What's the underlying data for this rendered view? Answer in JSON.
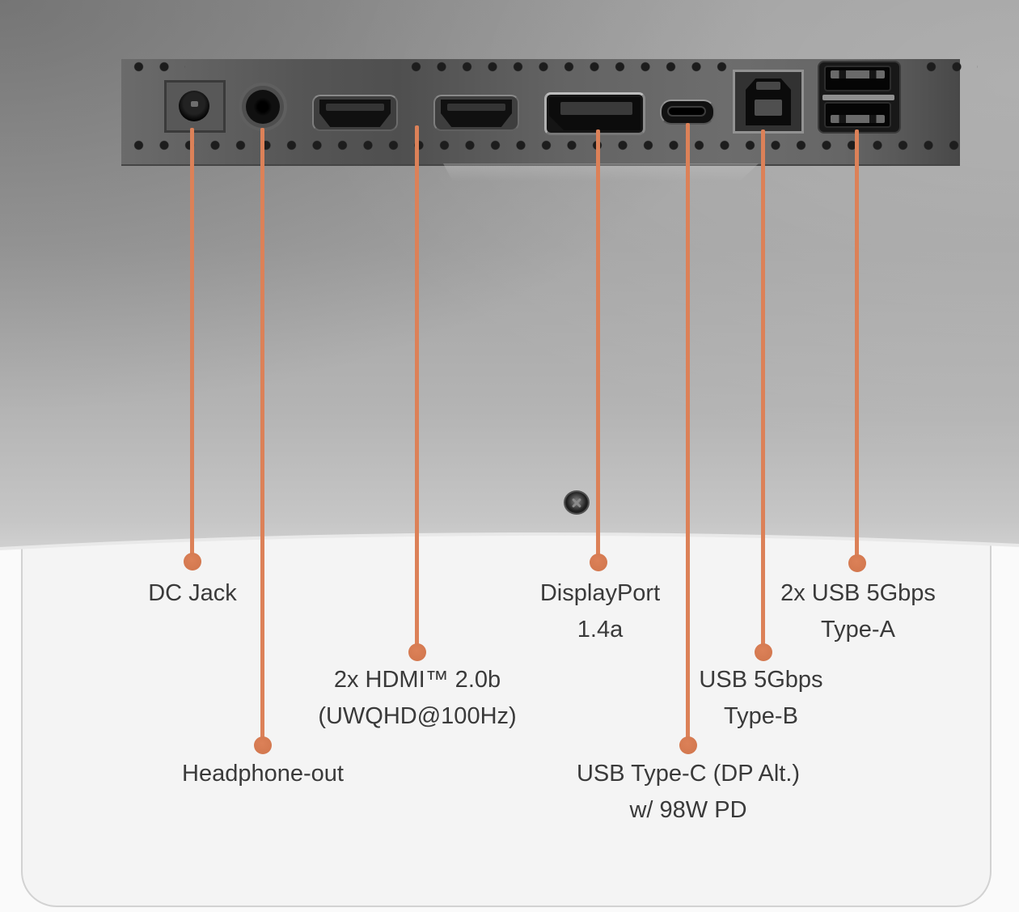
{
  "figure": {
    "subject": "monitor-underside-port-diagram",
    "accent_color": "#DC8158",
    "text_color": "#3A3A3A"
  },
  "ports": [
    {
      "id": "dc-jack",
      "icon": "dc-jack-port-icon",
      "label_lines": [
        "DC Jack"
      ]
    },
    {
      "id": "headphone",
      "icon": "headphone-jack-icon",
      "label_lines": [
        "Headphone-out"
      ]
    },
    {
      "id": "hdmi",
      "icon": "hdmi-port-icon",
      "label_lines": [
        "2x HDMI™ 2.0b",
        "(UWQHD@100Hz)"
      ]
    },
    {
      "id": "displayport",
      "icon": "displayport-icon",
      "label_lines": [
        "DisplayPort",
        "1.4a"
      ]
    },
    {
      "id": "usb-c",
      "icon": "usb-c-port-icon",
      "label_lines": [
        "USB Type-C (DP Alt.)",
        "w/ 98W PD"
      ]
    },
    {
      "id": "usb-b",
      "icon": "usb-b-port-icon",
      "label_lines": [
        "USB 5Gbps",
        "Type-B"
      ]
    },
    {
      "id": "usb-a",
      "icon": "usb-a-port-icon",
      "label_lines": [
        "2x USB 5Gbps",
        "Type-A"
      ]
    }
  ]
}
